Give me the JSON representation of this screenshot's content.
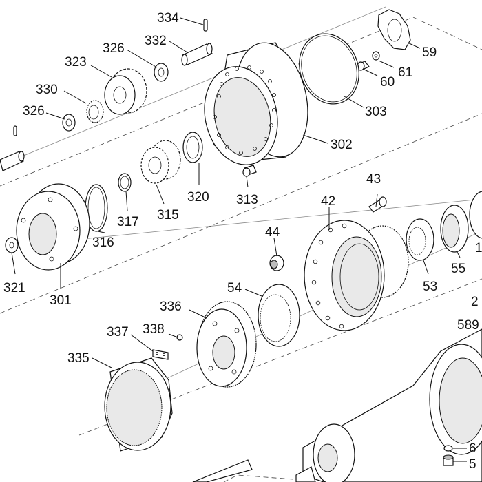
{
  "labels": {
    "l334": "334",
    "l332": "332",
    "l326a": "326",
    "l323": "323",
    "l330": "330",
    "l326b": "326",
    "l59": "59",
    "l61": "61",
    "l60": "60",
    "l303": "303",
    "l302": "302",
    "l320": "320",
    "l313": "313",
    "l43": "43",
    "l42": "42",
    "l317": "317",
    "l315": "315",
    "l316": "316",
    "l44": "44",
    "l321": "321",
    "l301": "301",
    "l55": "55",
    "l1": "1",
    "l53": "53",
    "l54": "54",
    "l336": "336",
    "l2": "2",
    "l589": "589",
    "l337": "337",
    "l338": "338",
    "l335": "335",
    "l6": "6",
    "l5": "5"
  }
}
